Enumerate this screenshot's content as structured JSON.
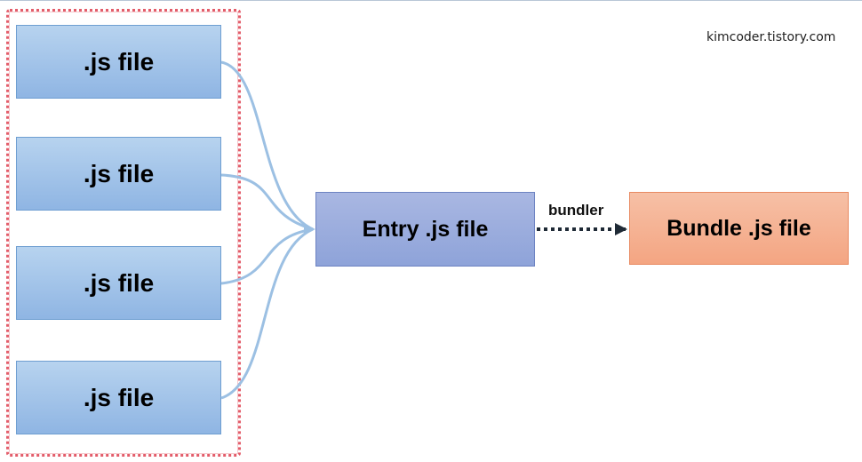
{
  "watermark": "kimcoder.tistory.com",
  "js_files": [
    ".js file",
    ".js file",
    ".js file",
    ".js file"
  ],
  "entry": "Entry .js file",
  "bundler_label": "bundler",
  "bundle": "Bundle .js file",
  "colors": {
    "js_box": "#9fc2e8",
    "entry_box": "#99abdd",
    "bundle_box": "#f5b090",
    "connector": "#9cc0e3",
    "frame": "#e35d6a",
    "arrow": "#1f2a36"
  }
}
